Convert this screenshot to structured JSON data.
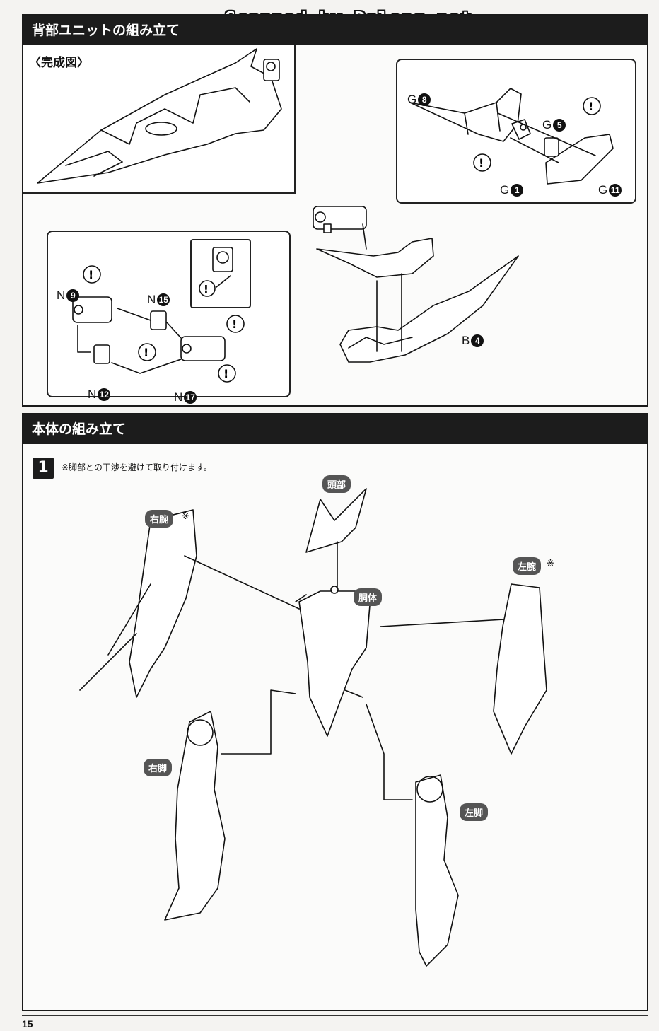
{
  "watermark": "Scanned by Dalong.net",
  "back_section": {
    "title": "背部ユニットの組み立て",
    "completed_label": "〈完成図〉",
    "parts": {
      "g8": {
        "letter": "G",
        "num": "8"
      },
      "g5": {
        "letter": "G",
        "num": "5"
      },
      "g1": {
        "letter": "G",
        "num": "1"
      },
      "g11": {
        "letter": "G",
        "num": "11"
      },
      "n9": {
        "letter": "N",
        "num": "9"
      },
      "n15": {
        "letter": "N",
        "num": "15"
      },
      "n12": {
        "letter": "N",
        "num": "12"
      },
      "n17": {
        "letter": "N",
        "num": "17"
      },
      "b4": {
        "letter": "B",
        "num": "4"
      }
    }
  },
  "body_section": {
    "title": "本体の組み立て",
    "step": {
      "number": "1",
      "note": "※脚部との干渉を避けて取り付けます。"
    },
    "parts": {
      "head": "頭部",
      "torso": "胴体",
      "right_arm": "右腕",
      "left_arm": "左腕",
      "right_leg": "右脚",
      "left_leg": "左脚"
    },
    "note_mark": "※"
  },
  "page_number": "15"
}
